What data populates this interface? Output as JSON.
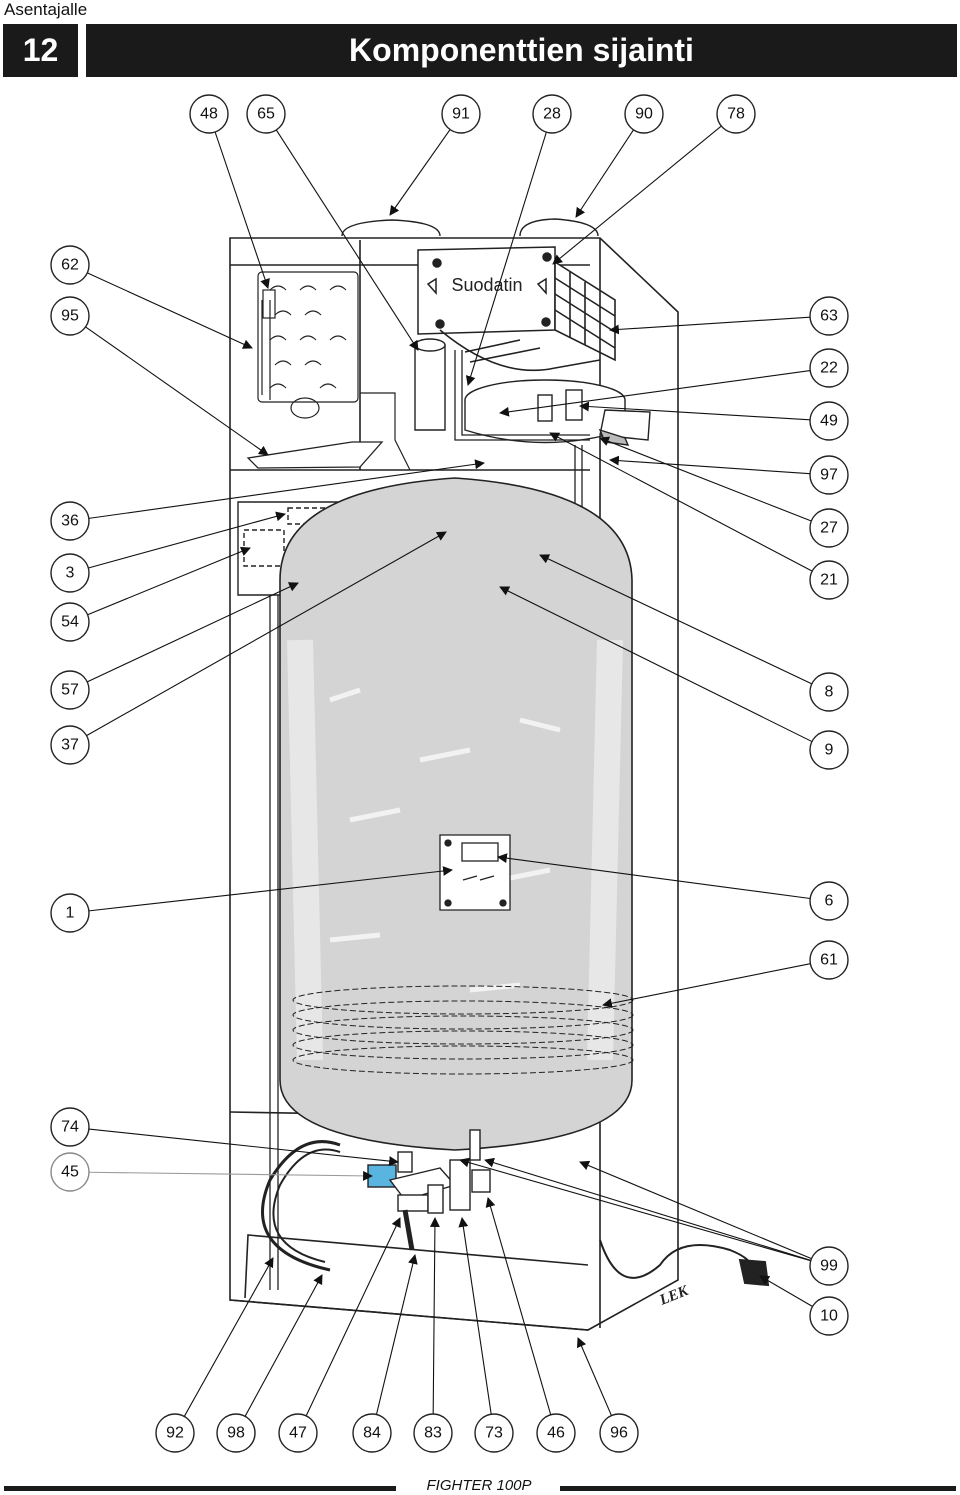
{
  "header": {
    "section": "Asentajalle",
    "page_number": "12",
    "title": "Komponenttien sijainti"
  },
  "diagram": {
    "filter_label": "Suodatin",
    "brand_mark": "LEK",
    "callouts": [
      "48",
      "65",
      "91",
      "28",
      "90",
      "78",
      "62",
      "95",
      "63",
      "22",
      "49",
      "97",
      "36",
      "27",
      "3",
      "21",
      "54",
      "57",
      "8",
      "37",
      "9",
      "1",
      "6",
      "61",
      "74",
      "45",
      "99",
      "10",
      "92",
      "98",
      "47",
      "84",
      "83",
      "73",
      "46",
      "96"
    ],
    "highlight_color": "#5ab4e0"
  },
  "footer": {
    "model": "FIGHTER 100P"
  }
}
